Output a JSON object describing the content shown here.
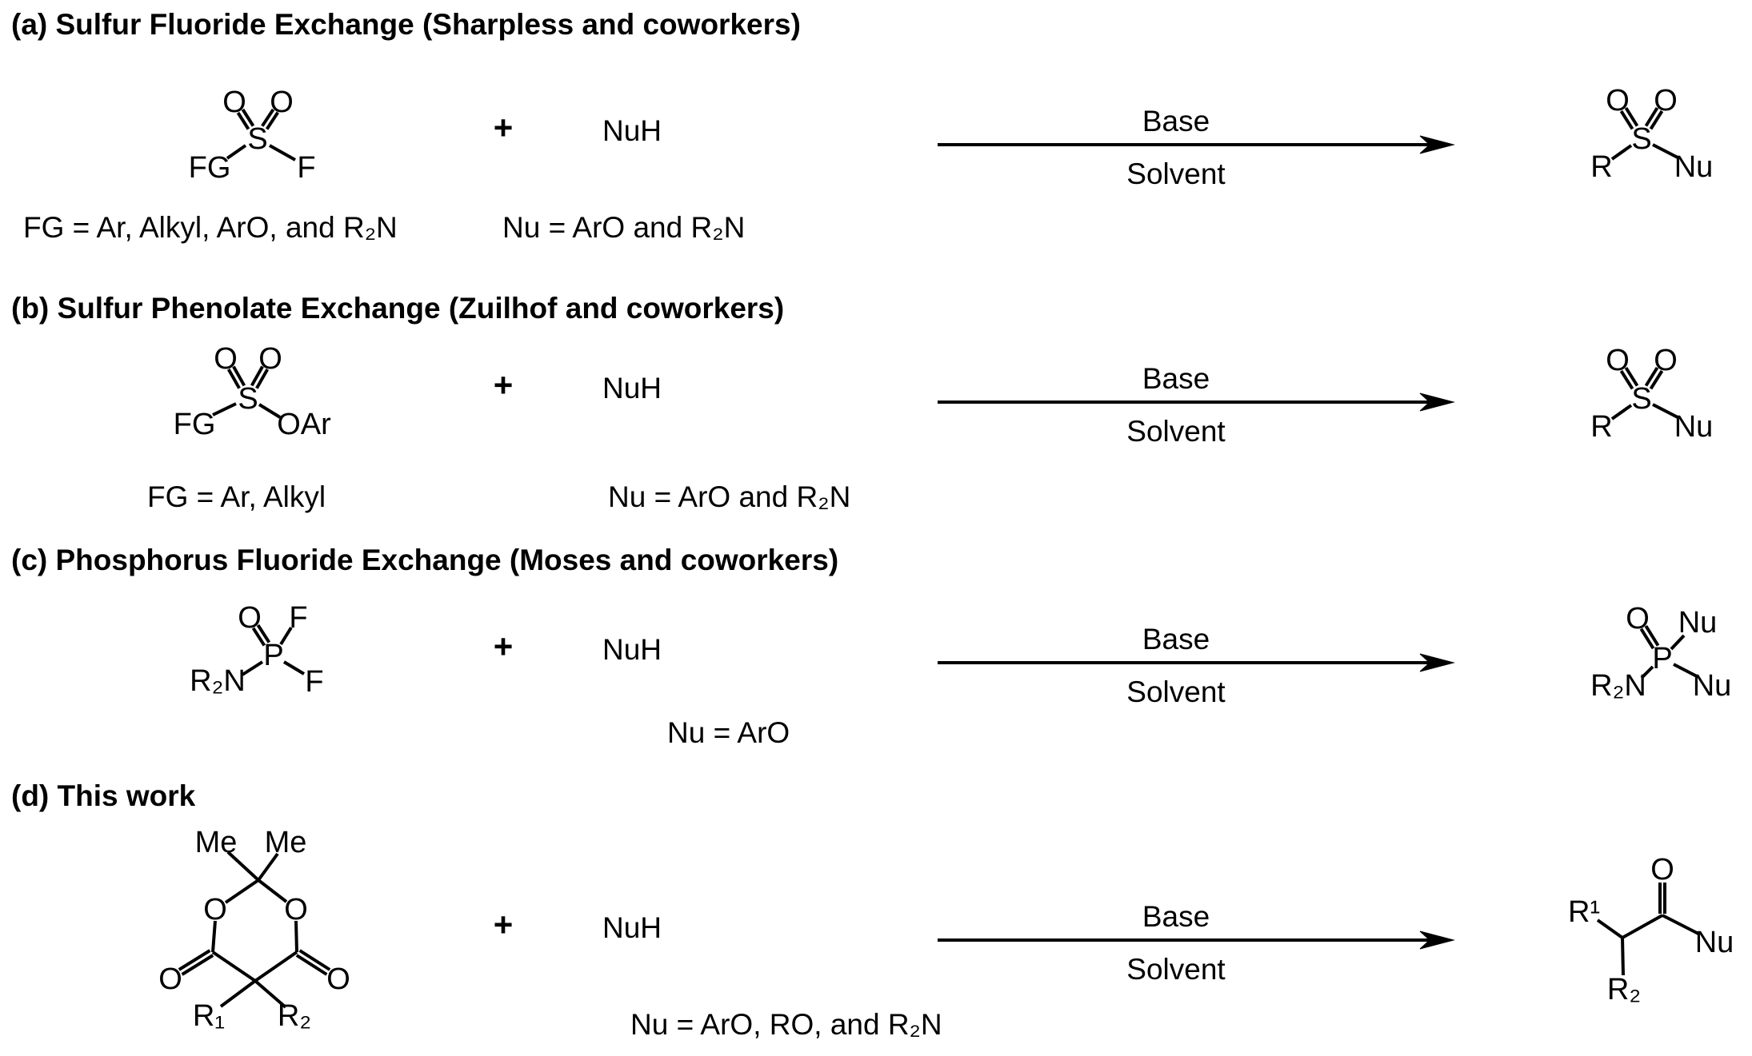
{
  "figure": {
    "type": "reaction-scheme",
    "colors": {
      "background": "#ffffff",
      "ink": "#000000"
    }
  },
  "sections": [
    {
      "label": "a",
      "heading": "(a) Sulfur Fluoride Exchange (Sharpless and coworkers)",
      "plus": "+",
      "nuh": "NuH",
      "base": "Base",
      "solvent": "Solvent",
      "fg_note": "FG = Ar, Alkyl, ArO, and R₂N",
      "nu_note": "Nu = ArO and R₂N",
      "reactant": {
        "o_left": "O",
        "o_right": "O",
        "s": "S",
        "fg": "FG",
        "f": "F"
      },
      "product": {
        "o_left": "O",
        "o_right": "O",
        "s": "S",
        "r": "R",
        "nu": "Nu"
      }
    },
    {
      "label": "b",
      "heading": "(b) Sulfur Phenolate Exchange (Zuilhof and coworkers)",
      "plus": "+",
      "nuh": "NuH",
      "base": "Base",
      "solvent": "Solvent",
      "fg_note": "FG = Ar, Alkyl",
      "nu_note": "Nu = ArO and R₂N",
      "reactant": {
        "o_left": "O",
        "o_right": "O",
        "s": "S",
        "fg": "FG",
        "oar": "OAr"
      },
      "product": {
        "o_left": "O",
        "o_right": "O",
        "s": "S",
        "r": "R",
        "nu": "Nu"
      }
    },
    {
      "label": "c",
      "heading": "(c) Phosphorus Fluoride Exchange (Moses and coworkers)",
      "plus": "+",
      "nuh": "NuH",
      "base": "Base",
      "solvent": "Solvent",
      "nu_note": "Nu = ArO",
      "reactant": {
        "o": "O",
        "f_top": "F",
        "p": "P",
        "r2n": "R₂N",
        "f_bottom": "F"
      },
      "product": {
        "o": "O",
        "nu_top": "Nu",
        "p": "P",
        "r2n": "R₂N",
        "nu_bottom": "Nu"
      }
    },
    {
      "label": "d",
      "heading": "(d) This work",
      "plus": "+",
      "nuh": "NuH",
      "base": "Base",
      "solvent": "Solvent",
      "nu_note": "Nu = ArO, RO, and R₂N",
      "reactant": {
        "me_left": "Me",
        "me_right": "Me",
        "o_ring_left": "O",
        "o_ring_right": "O",
        "o_carbonyl_left": "O",
        "o_carbonyl_right": "O",
        "r1": "R₁",
        "r2": "R₂"
      },
      "product": {
        "r1": "R¹",
        "o": "O",
        "nu": "Nu",
        "r2": "R₂"
      }
    }
  ]
}
